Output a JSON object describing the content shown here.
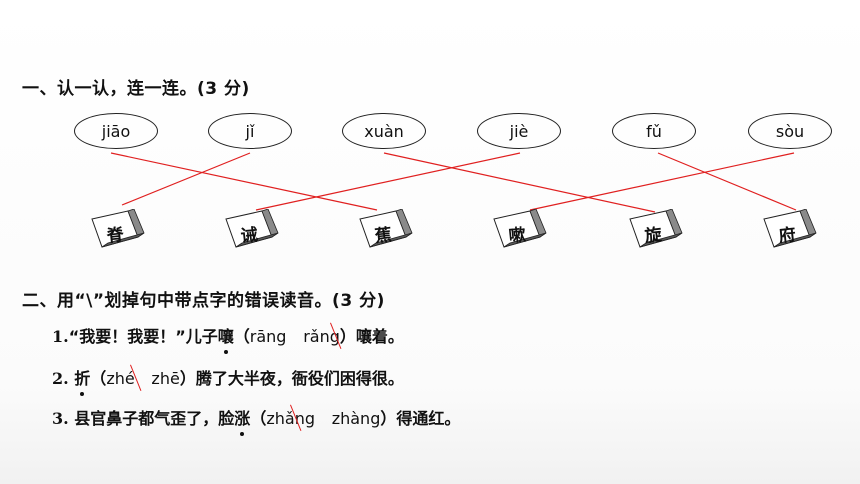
{
  "section1": {
    "heading": "一、认一认，连一连。(3 分)",
    "pinyin": [
      "jiāo",
      "jǐ",
      "xuàn",
      "jiè",
      "fǔ",
      "sòu"
    ],
    "characters": [
      "脊",
      "诫",
      "蕉",
      "嗽",
      "旋",
      "府"
    ],
    "line_color": "#e02020"
  },
  "section2": {
    "heading": "二、用“\\”划掉句中带点字的错误读音。(3 分)",
    "q1": {
      "num": "1.",
      "text_a": "“我要！我要！”儿子",
      "dotted": "嚷",
      "open": "（",
      "opt1": "rāng",
      "opt2_a": "rǎ",
      "opt2_b": "ng",
      "close": "）",
      "text_b": "嚷着。"
    },
    "q2": {
      "num": "2.",
      "dotted": "折",
      "open": "（",
      "opt1_a": "zh",
      "opt1_b": "é",
      "opt2": "zhē",
      "close": "）",
      "text_b": "腾了大半夜，衙役们困得很。"
    },
    "q3": {
      "num": "3.",
      "text_a": "县官鼻子都气歪了，脸",
      "dotted": "涨",
      "open": "（",
      "opt1_a": "zh",
      "opt1_b": "ǎ",
      "opt1_c": "ng",
      "opt2": "zhàng",
      "close": "）",
      "text_b": "得通红。"
    }
  }
}
